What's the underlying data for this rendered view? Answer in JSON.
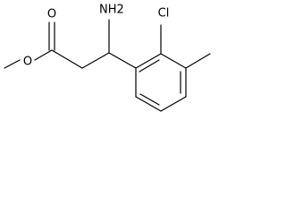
{
  "structure": {
    "atoms": [
      {
        "id": "O_carbonyl",
        "label": "O"
      },
      {
        "id": "O_ester",
        "label": "O"
      },
      {
        "id": "N_amino",
        "label": "NH2"
      },
      {
        "id": "Cl",
        "label": "Cl"
      }
    ],
    "colors": {
      "bond": "#000000",
      "label": "#000000",
      "background": "#ffffff"
    }
  }
}
